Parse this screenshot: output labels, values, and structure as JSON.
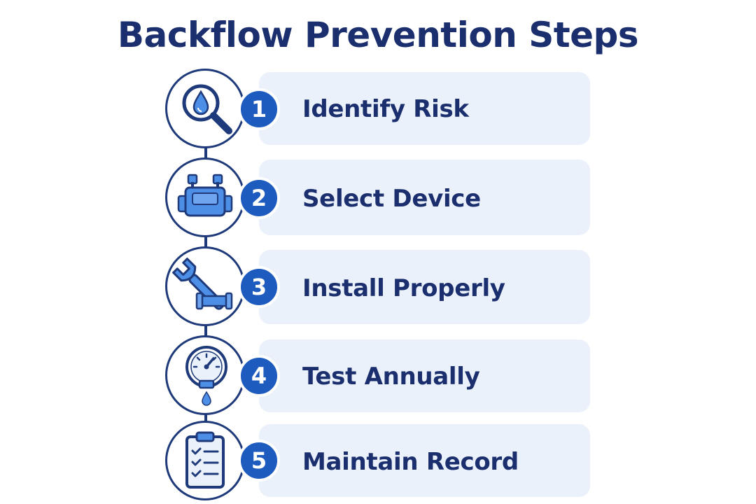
{
  "title": "Backflow Prevention Steps",
  "colors": {
    "title": "#1b2f6e",
    "label": "#1b2f6e",
    "card": "#eaf1fb",
    "badge": "#1e5bbf",
    "outline": "#1f3a7a",
    "icon_fill": "#4d8ee6"
  },
  "steps": [
    {
      "number": "1",
      "label": "Identify Risk",
      "icon": "magnifier-water-drop-icon"
    },
    {
      "number": "2",
      "label": "Select Device",
      "icon": "backflow-valve-icon"
    },
    {
      "number": "3",
      "label": "Install Properly",
      "icon": "wrench-pipe-icon"
    },
    {
      "number": "4",
      "label": "Test Annually",
      "icon": "pressure-gauge-icon"
    },
    {
      "number": "5",
      "label": "Maintain Record",
      "icon": "clipboard-checklist-icon"
    }
  ]
}
